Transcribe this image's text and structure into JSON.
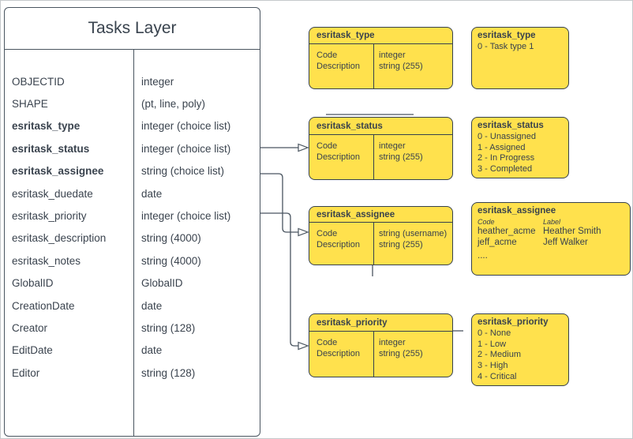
{
  "colors": {
    "box_fill": "#ffe14d",
    "box_stroke": "#36414d",
    "text": "#3a434e"
  },
  "tasks_layer": {
    "title": "Tasks Layer",
    "fields": [
      {
        "name": "OBJECTID",
        "type": "integer"
      },
      {
        "name": "SHAPE",
        "type": "(pt, line, poly)"
      },
      {
        "name": "esritask_type",
        "type": "integer (choice list)"
      },
      {
        "name": "esritask_status",
        "type": "integer (choice list)"
      },
      {
        "name": "esritask_assignee",
        "type": "string (choice list)"
      },
      {
        "name": "esritask_duedate",
        "type": "date"
      },
      {
        "name": "esritask_priority",
        "type": "integer (choice list)"
      },
      {
        "name": "esritask_description",
        "type": "string (4000)"
      },
      {
        "name": "esritask_notes",
        "type": "string (4000)"
      },
      {
        "name": "GlobalID",
        "type": "GlobalID"
      },
      {
        "name": "CreationDate",
        "type": "date"
      },
      {
        "name": "Creator",
        "type": "string (128)"
      },
      {
        "name": "EditDate",
        "type": "date"
      },
      {
        "name": "Editor",
        "type": "string (128)"
      }
    ]
  },
  "detail_tables": [
    {
      "title": "esritask_type",
      "rows": [
        [
          "Code",
          "integer"
        ],
        [
          "Description",
          "string (255)"
        ]
      ]
    },
    {
      "title": "esritask_status",
      "rows": [
        [
          "Code",
          "integer"
        ],
        [
          "Description",
          "string (255)"
        ]
      ]
    },
    {
      "title": "esritask_assignee",
      "rows": [
        [
          "Code",
          "string (username)"
        ],
        [
          "Description",
          "string (255)"
        ]
      ]
    },
    {
      "title": "esritask_priority",
      "rows": [
        [
          "Code",
          "integer"
        ],
        [
          "Description",
          "string (255)"
        ]
      ]
    }
  ],
  "legends": [
    {
      "title": "esritask_type",
      "lines": [
        "0 - Task type 1"
      ]
    },
    {
      "title": "esritask_status",
      "lines": [
        "0 - Unassigned",
        "1 - Assigned",
        "2 - In Progress",
        "3 - Completed"
      ]
    },
    {
      "title": "esritask_assignee",
      "col_headers": [
        "Code",
        "Label"
      ],
      "rows": [
        [
          "heather_acme",
          "Heather Smith"
        ],
        [
          "jeff_acme",
          "Jeff Walker"
        ]
      ],
      "more": "...."
    },
    {
      "title": "esritask_priority",
      "lines": [
        "0 - None",
        "1 - Low",
        "2 - Medium",
        "3 - High",
        "4 - Critical"
      ]
    }
  ]
}
